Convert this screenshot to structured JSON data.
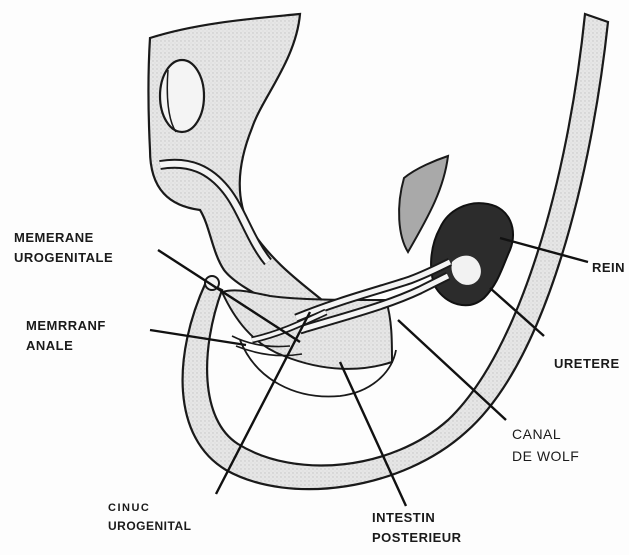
{
  "labels": {
    "membrane_urogenitale": [
      "MEMERANE",
      "UROGENITALE"
    ],
    "membrane_anale": [
      "MEMRRANF",
      "ANALE"
    ],
    "rein": "REIN",
    "uretere": "URETERE",
    "canal_de_wolf": [
      "CANAL",
      "DE WOLF"
    ],
    "sinus_urogenital": [
      "CINUC",
      "UROGENITAL"
    ],
    "intestin_posterieur": [
      "INTESTIN",
      "POSTERIEUR"
    ]
  },
  "colors": {
    "outline": "#1a1a1a",
    "tissue_fill": "#e2e2e2",
    "tissue_light": "#f1f1f1",
    "kidney": "#2c2c2c",
    "background": "#fdfdfd"
  }
}
